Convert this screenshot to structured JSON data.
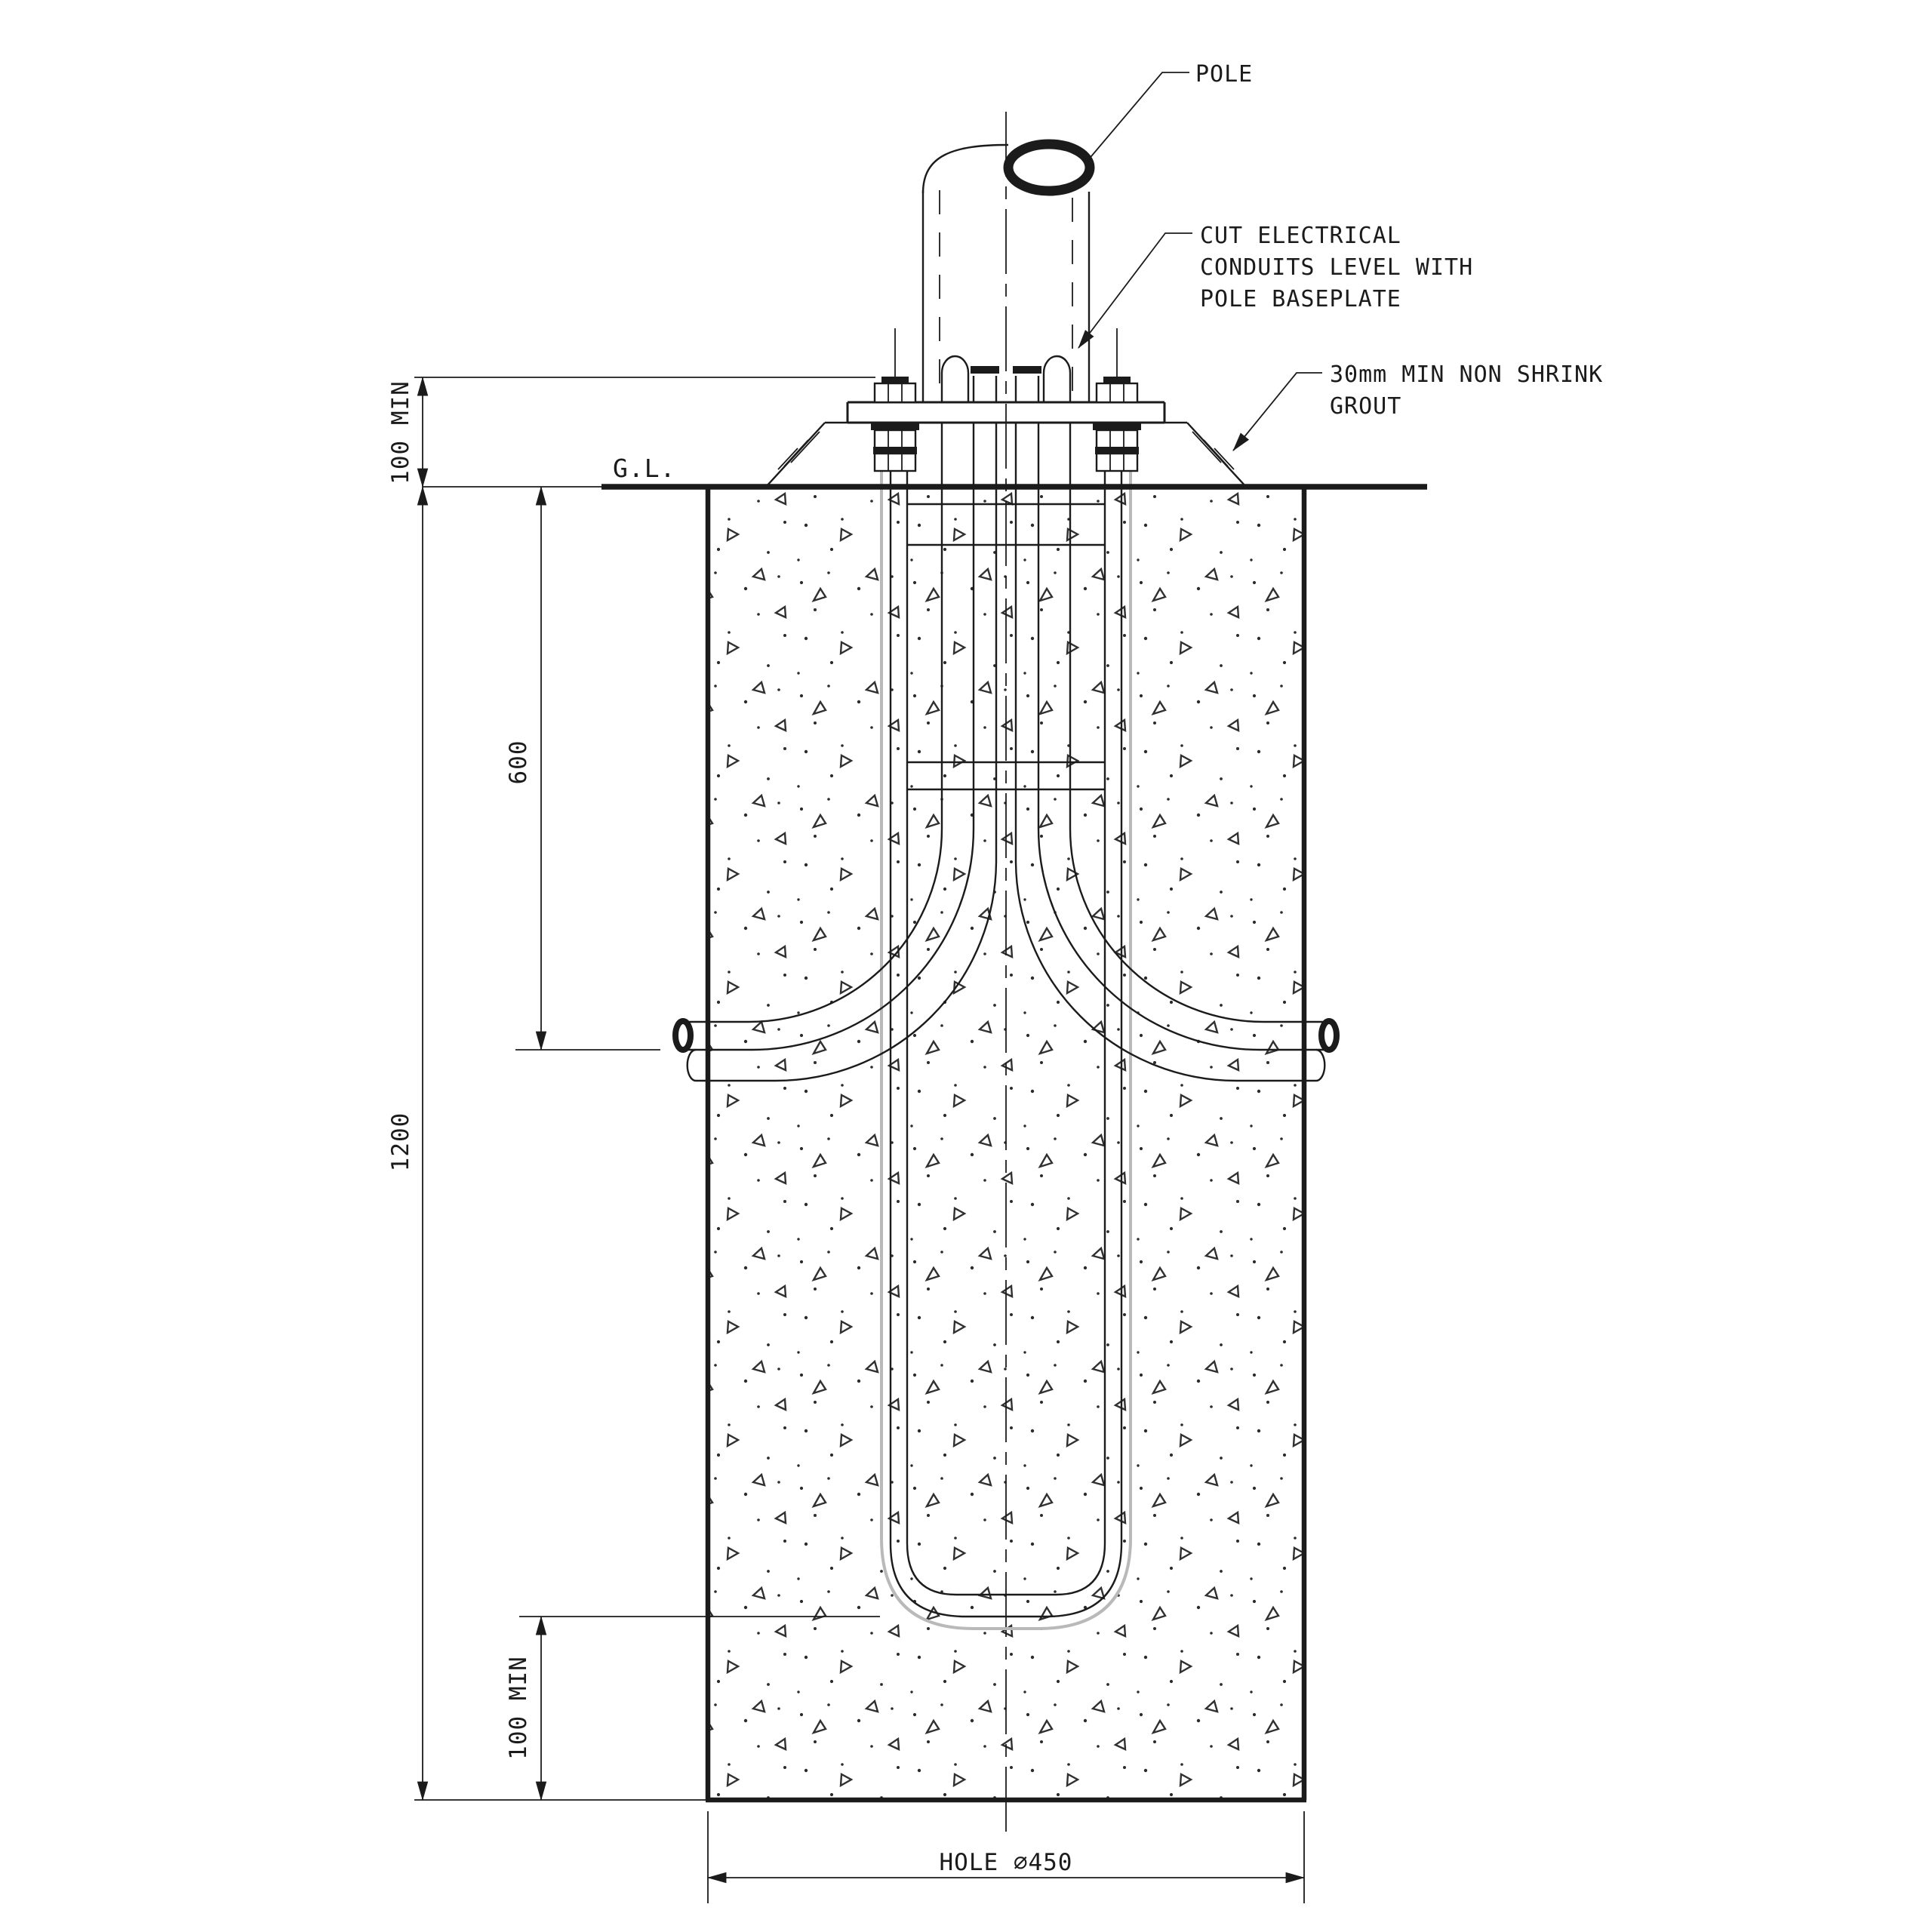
{
  "drawing": {
    "annotations": {
      "pole": "POLE",
      "cut_conduits": {
        "lines": [
          "CUT ELECTRICAL",
          "CONDUITS LEVEL WITH",
          "POLE BASEPLATE"
        ]
      },
      "grout": {
        "lines": [
          "30mm MIN NON SHRINK",
          "GROUT"
        ]
      },
      "ground_level": "G.L."
    },
    "dimensions": {
      "embedment_above_ground": "100 MIN",
      "conduit_exit_depth": "600",
      "foundation_depth": "1200",
      "bottom_cover": "100 MIN",
      "hole_diameter": "HOLE ⌀450"
    },
    "colors": {
      "line": "#1b1b1b",
      "background": "#ffffff",
      "bolt_echo": "#b9b9b9"
    }
  }
}
